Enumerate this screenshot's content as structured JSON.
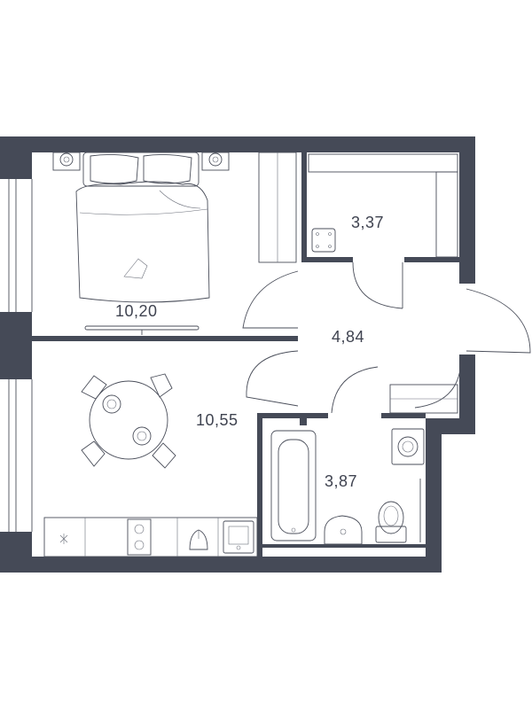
{
  "floor_plan": {
    "colors": {
      "wall": "#454a57",
      "floor": "#ffffff",
      "line": "#4a4e5a",
      "text": "#3f4350"
    },
    "rooms": [
      {
        "id": "bedroom",
        "area": "10,20"
      },
      {
        "id": "wardrobe",
        "area": "3,37"
      },
      {
        "id": "hallway",
        "area": "4,84"
      },
      {
        "id": "kitchen-living",
        "area": "10,55"
      },
      {
        "id": "bathroom",
        "area": "3,87"
      }
    ],
    "icons": [
      "bed-icon",
      "nightstand-icon",
      "tv-icon",
      "dining-table-icon",
      "chair-icon",
      "kitchen-counter-icon",
      "stove-icon",
      "sink-icon",
      "bathtub-icon",
      "toilet-icon",
      "washbasin-icon",
      "washing-machine-icon",
      "wardrobe-icon",
      "door-swing-icon"
    ]
  }
}
